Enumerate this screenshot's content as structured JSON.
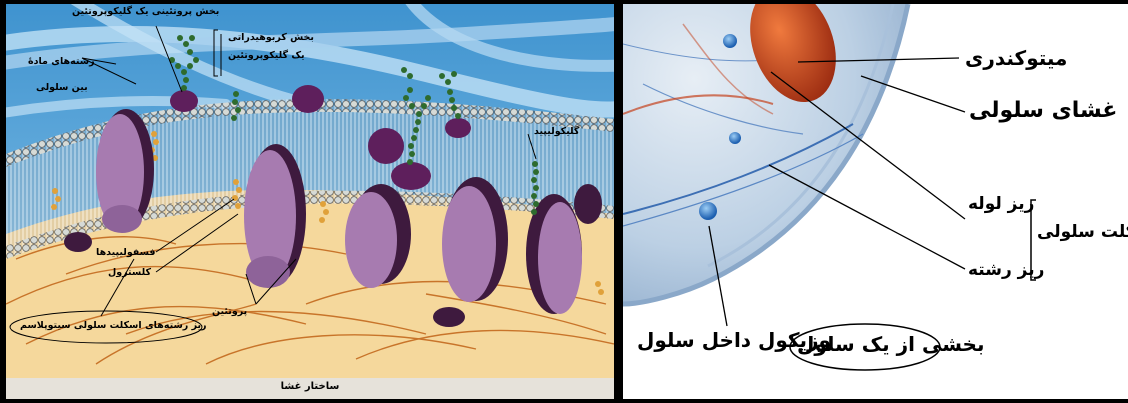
{
  "left": {
    "labels": {
      "protein_part": "بخش پروتئینی یک گلیکوپروتئین",
      "carb_part_line1": "بخش کربوهیدراتی",
      "carb_part_line2": "یک گلیکوپروتئین",
      "fibers_line1": "رشته‌های مادهٔ",
      "fibers_line2": "بین سلولی",
      "glycolipid": "گلیکولیپید",
      "phospholipids": "فسفولیپیدها",
      "cholesterol": "کلسترول",
      "protein": "پروتئین",
      "microfilaments": "ریز رشته‌های اسکلت سلولی سیتوپلاسم"
    },
    "caption": "ساختار غشا",
    "colors": {
      "background_top": "#4a9fd6",
      "cytoplasm": "#f4d79a",
      "protein": "#a77bb0",
      "protein_dark": "#3e1a3e",
      "glycan": "#2e6b2e",
      "head": "#cfd3cf",
      "fiber": "#7a9ccc"
    }
  },
  "right": {
    "labels": {
      "mitochondria": "میتوکندری",
      "membrane": "غشای سلولی",
      "microtubule": "ریز لوله",
      "cytoskeleton": "اسکلت سلولی",
      "microfilament": "ریز رشته",
      "vesicle": "وزیکول داخل سلول",
      "cell_part": "بخشی از یک سلول"
    },
    "colors": {
      "cell": "#c9d9ea",
      "mito": "#c4421c",
      "vesicle": "#2a73c8"
    }
  }
}
